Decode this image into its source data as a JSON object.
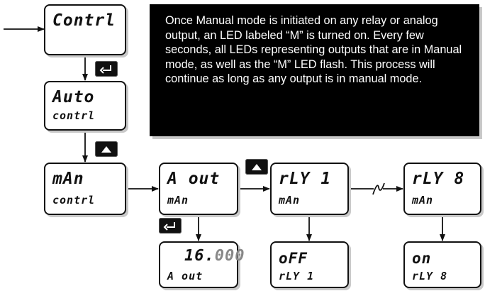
{
  "note": {
    "text": "Once Manual mode is initiated on any relay or analog output, an LED labeled “M” is turned on. Every few seconds, all LEDs representing outputs that are in Manual mode, as well as the “M” LED flash. This process will continue as long as any output is in manual mode."
  },
  "displays": {
    "contrl_top": {
      "line1": "Contrl",
      "line2": ""
    },
    "auto": {
      "line1": "Auto",
      "line2": "contrl"
    },
    "man": {
      "line1": "mAn",
      "line2": "contrl"
    },
    "a_out": {
      "line1": "A  out",
      "line2": "mAn"
    },
    "rly1": {
      "line1": "rLY  1",
      "line2": "mAn"
    },
    "rly8": {
      "line1": "rLY  8",
      "line2": "mAn"
    },
    "value": {
      "int": "16.",
      "dec": "000",
      "line2": "A  out"
    },
    "off": {
      "line1": "oFF",
      "line2": "rLY  1"
    },
    "on": {
      "line1": "on",
      "line2": "rLY  8"
    }
  },
  "keys": {
    "enter_icon": "enter-icon",
    "up_icon": "up-arrow-icon"
  }
}
